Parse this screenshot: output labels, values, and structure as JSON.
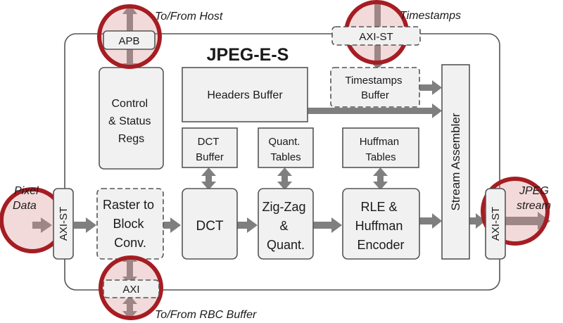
{
  "title": "JPEG-E-S",
  "external_labels": {
    "host": "To/From Host",
    "timestamps": "Timestamps",
    "rbc": "To/From RBC Buffer",
    "pixel_data": [
      "Pixel",
      "Data"
    ],
    "jpeg_stream": [
      "JPEG",
      "stream"
    ]
  },
  "interfaces": {
    "apb": "APB",
    "axi_st_top": "AXI-ST",
    "axi_st_left": "AXI-ST",
    "axi_st_right": "AXI-ST",
    "axi_bottom": "AXI"
  },
  "blocks": {
    "control": [
      "Control",
      "& Status",
      "Regs"
    ],
    "headers": [
      "Headers Buffer"
    ],
    "timestamps_buffer": [
      "Timestamps",
      "Buffer"
    ],
    "dct_buffer": [
      "DCT",
      "Buffer"
    ],
    "quant_tables": [
      "Quant.",
      "Tables"
    ],
    "huffman_tables": [
      "Huffman",
      "Tables"
    ],
    "raster": [
      "Raster to",
      "Block",
      "Conv."
    ],
    "dct": [
      "DCT"
    ],
    "zigzag": [
      "Zig-Zag",
      "&",
      "Quant."
    ],
    "rle": [
      "RLE &",
      "Huffman",
      "Encoder"
    ],
    "stream_assembler": "Stream Assembler"
  },
  "colors": {
    "block_fill": "#f1f1f1",
    "block_stroke": "#555555",
    "arrow": "#7f7f7f",
    "highlight_ring": "#a51d22"
  }
}
